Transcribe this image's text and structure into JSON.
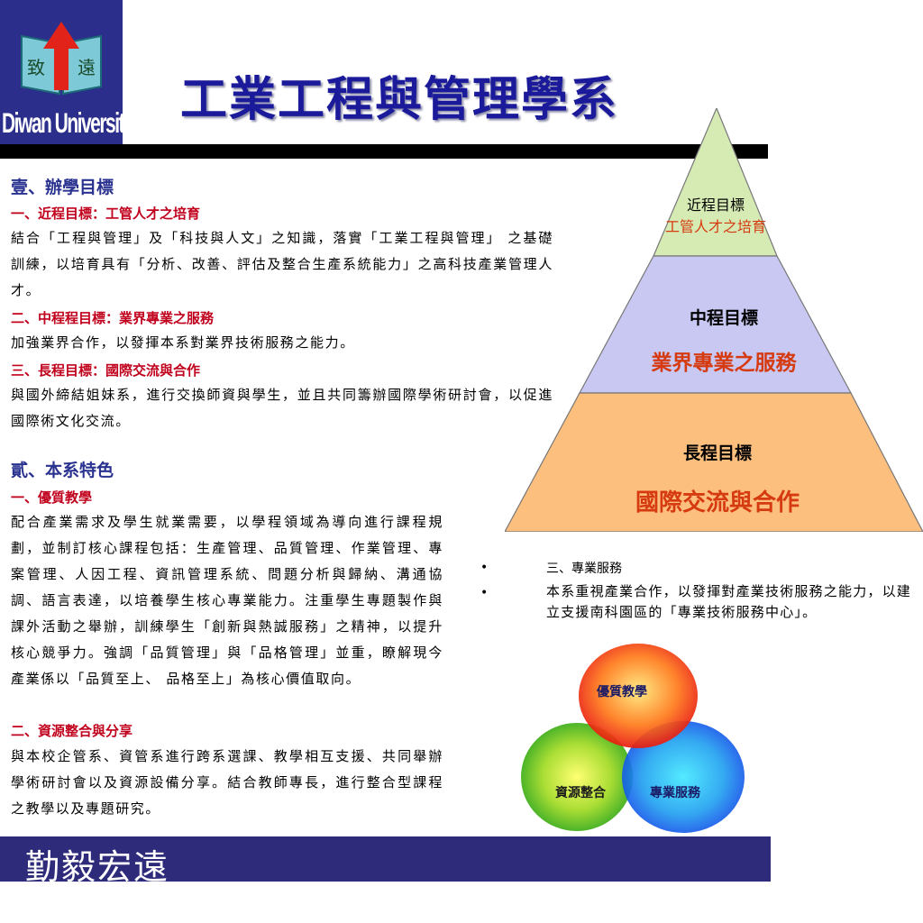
{
  "logo": {
    "university_name": "Diwan University",
    "characters": [
      "致",
      "遠"
    ],
    "colors": {
      "background": "#2b2e8a",
      "book": "#7ec9d8",
      "arrow": "#e2231a"
    }
  },
  "title": "工業工程與管理學系",
  "section1": {
    "heading": "壹、辦學目標",
    "goal1_title": "一、近程目標：工管人才之培育",
    "goal1_text": "結合「工程與管理」及「科技與人文」之知識，落實「工業工程與管理」 之基礎訓練，以培育具有「分析、改善、評估及整合生產系統能力」之高科技產業管理人才。",
    "goal2_title": "二、中程程目標：業界專業之服務",
    "goal2_text": "加強業界合作，以發揮本系對業界技術服務之能力。",
    "goal3_title": "三、長程目標：國際交流與合作",
    "goal3_text": "與國外締結姐妹系，進行交換師資與學生，並且共同籌辦國際學術研討會，以促進國際術文化交流。"
  },
  "section2": {
    "heading": "貳、本系特色",
    "feature1_title": "一、優質教學",
    "feature1_text": "配合產業需求及學生就業需要，以學程領域為導向進行課程規劃，並制訂核心課程包括：生產管理、品質管理、作業管理、專案管理、人因工程、資訊管理系統、問題分析與歸納、溝通協調、語言表達，以培養學生核心專業能力。注重學生專題製作與課外活動之舉辦，訓練學生「創新與熱誠服務」之精神，以提升核心競爭力。強調「品質管理」與「品格管理」並重，瞭解現今產業係以「品質至上、 品格至上」為核心價值取向。",
    "feature2_title": "二、資源整合與分享",
    "feature2_text": "與本校企管系、資管系進行跨系選課、教學相互支援、共同舉辦學術研討會以及資源設備分享。結合教師專長，進行整合型課程之教學以及專題研究。"
  },
  "pyramid": {
    "top": {
      "label": "近程目標",
      "sublabel": "工管人才之培育",
      "color": "#d6ebb4"
    },
    "middle": {
      "label": "中程目標",
      "sublabel": "業界專業之服務",
      "color": "#c8c8f2"
    },
    "bottom": {
      "label": "長程目標",
      "sublabel": "國際交流與合作",
      "color": "#fdbf7e"
    },
    "sublabel_color": "#d63a10"
  },
  "bullets": {
    "marker": "•",
    "item1": "三、專業服務",
    "item2": "本系重視產業合作，以發揮對產業技術服務之能力，以建立支援南科園區的「專業技術服務中心」。"
  },
  "venn": {
    "top": "優質教學",
    "left": "資源整合",
    "right": "專業服務",
    "colors": {
      "top": "#e82a10",
      "left": "#39b820",
      "right": "#1a6cf0"
    }
  },
  "motto": "勤毅宏遠"
}
